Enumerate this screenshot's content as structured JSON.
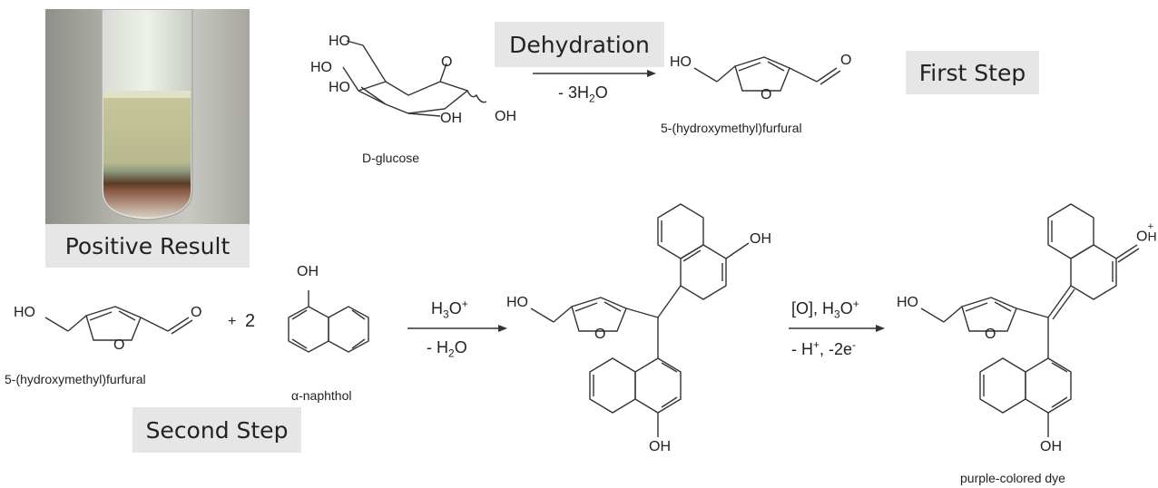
{
  "photo": {
    "caption": "Positive Result"
  },
  "steps": {
    "first": "First Step",
    "second": "Second Step"
  },
  "step1": {
    "reagent_box": "Dehydration",
    "condition": "- 3H2O",
    "reactant_name": "D-glucose",
    "product_name": "5-(hydroxymethyl)furfural",
    "labels": {
      "ho1": "HO",
      "ho2": "HO",
      "ho3": "HO",
      "oh1": "OH",
      "oh2": "OH",
      "ring_o": "O",
      "p_ho": "HO",
      "p_o": "O",
      "p_ald_o": "O"
    }
  },
  "step2": {
    "reactant1_name": "5-(hydroxymethyl)furfural",
    "plus": "+",
    "coef": "2",
    "reactant2_name": "α-naphthol",
    "arrow1_top": "H3O+",
    "arrow1_bottom": "- H2O",
    "arrow2_top": "[O], H3O+",
    "arrow2_bottom": "- H+, -2e-",
    "product_name": "purple-colored dye",
    "labels": {
      "r1_ho": "HO",
      "r1_o": "O",
      "r1_ald_o": "O",
      "naph_oh": "OH",
      "int_ho": "HO",
      "int_o": "O",
      "int_oh_top": "OH",
      "int_oh_bottom": "OH",
      "dye_ho": "HO",
      "dye_o": "O",
      "dye_oh_top": "OH+",
      "dye_oh_bottom": "OH"
    }
  }
}
